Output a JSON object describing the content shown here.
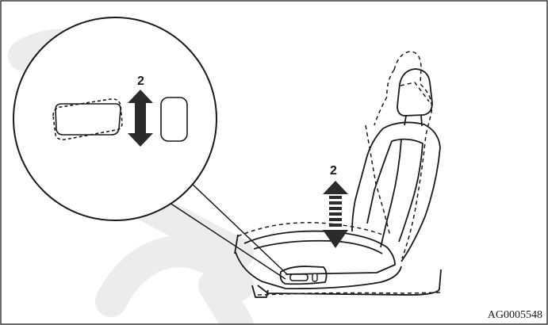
{
  "figure": {
    "zoom_label": "2",
    "seat_label": "2",
    "figure_code": "AG0005548",
    "colors": {
      "frame": "#3a3a3a",
      "line": "#1a1a1a",
      "arrow": "#2b2b2b",
      "watermark": "#ececec"
    },
    "watermark_icon": "document-watermark-icon"
  }
}
